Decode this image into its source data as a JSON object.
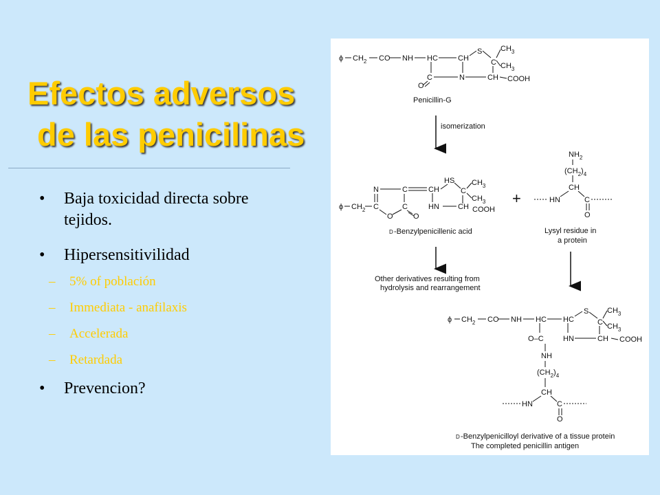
{
  "title": {
    "line1": "Efectos adversos",
    "line2": "de las penicilinas"
  },
  "bullets": [
    {
      "text": "Baja toxicidad directa sobre tejidos."
    },
    {
      "text": "Hipersensitivilidad",
      "sub": [
        "5% of población",
        "Immediata - anafilaxis",
        "Accelerada",
        "Retardada"
      ]
    },
    {
      "text": "Prevencion?"
    }
  ],
  "diagram": {
    "penicillin_label": "Penicillin-G",
    "step1_label": "isomerization",
    "plus": "+",
    "acid_prefix": "D",
    "acid_label": "-Benzylpenicillenic acid",
    "lysyl_line1": "Lysyl residue in",
    "lysyl_line2": "a protein",
    "other_line1": "Other derivatives resulting from",
    "other_line2": "hydrolysis and rearrangement",
    "final_prefix": "D",
    "final_line1": "-Benzylpenicilloyl derivative of a tissue protein",
    "final_line2": "The completed penicillin antigen",
    "atoms": {
      "phi": "ϕ",
      "ch2": "CH",
      "sub2": "2",
      "sub4": "4",
      "co": "CO",
      "nh": "NH",
      "hc": "HC",
      "ch": "CH",
      "s": "S",
      "ch3": "CH",
      "sub3": "3",
      "n": "N",
      "c": "C",
      "o": "O",
      "cooh": "COOH",
      "hn": "HN",
      "hs": "HS",
      "nh2": "NH",
      "lp": "(CH",
      "rp": ")",
      "dash": "–"
    }
  }
}
